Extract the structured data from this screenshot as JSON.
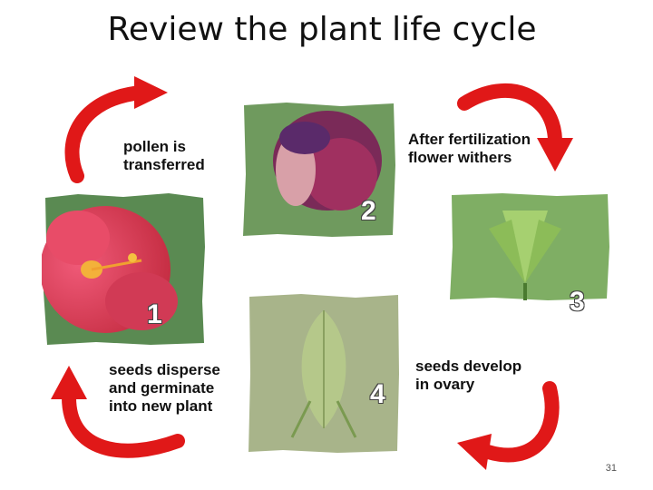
{
  "title": "Review the plant life cycle",
  "steps": [
    {
      "number": "1",
      "caption": [
        "seeds disperse",
        "and germinate",
        "into new plant"
      ]
    },
    {
      "number": "2",
      "caption": [
        "pollen is",
        "transferred"
      ]
    },
    {
      "number": "3",
      "caption": [
        "After fertilization",
        "flower withers"
      ]
    },
    {
      "number": "4",
      "caption": [
        "seeds develop",
        "in ovary"
      ]
    }
  ],
  "page_number": "31",
  "colors": {
    "arrow": "#e01818",
    "title": "#111111"
  }
}
